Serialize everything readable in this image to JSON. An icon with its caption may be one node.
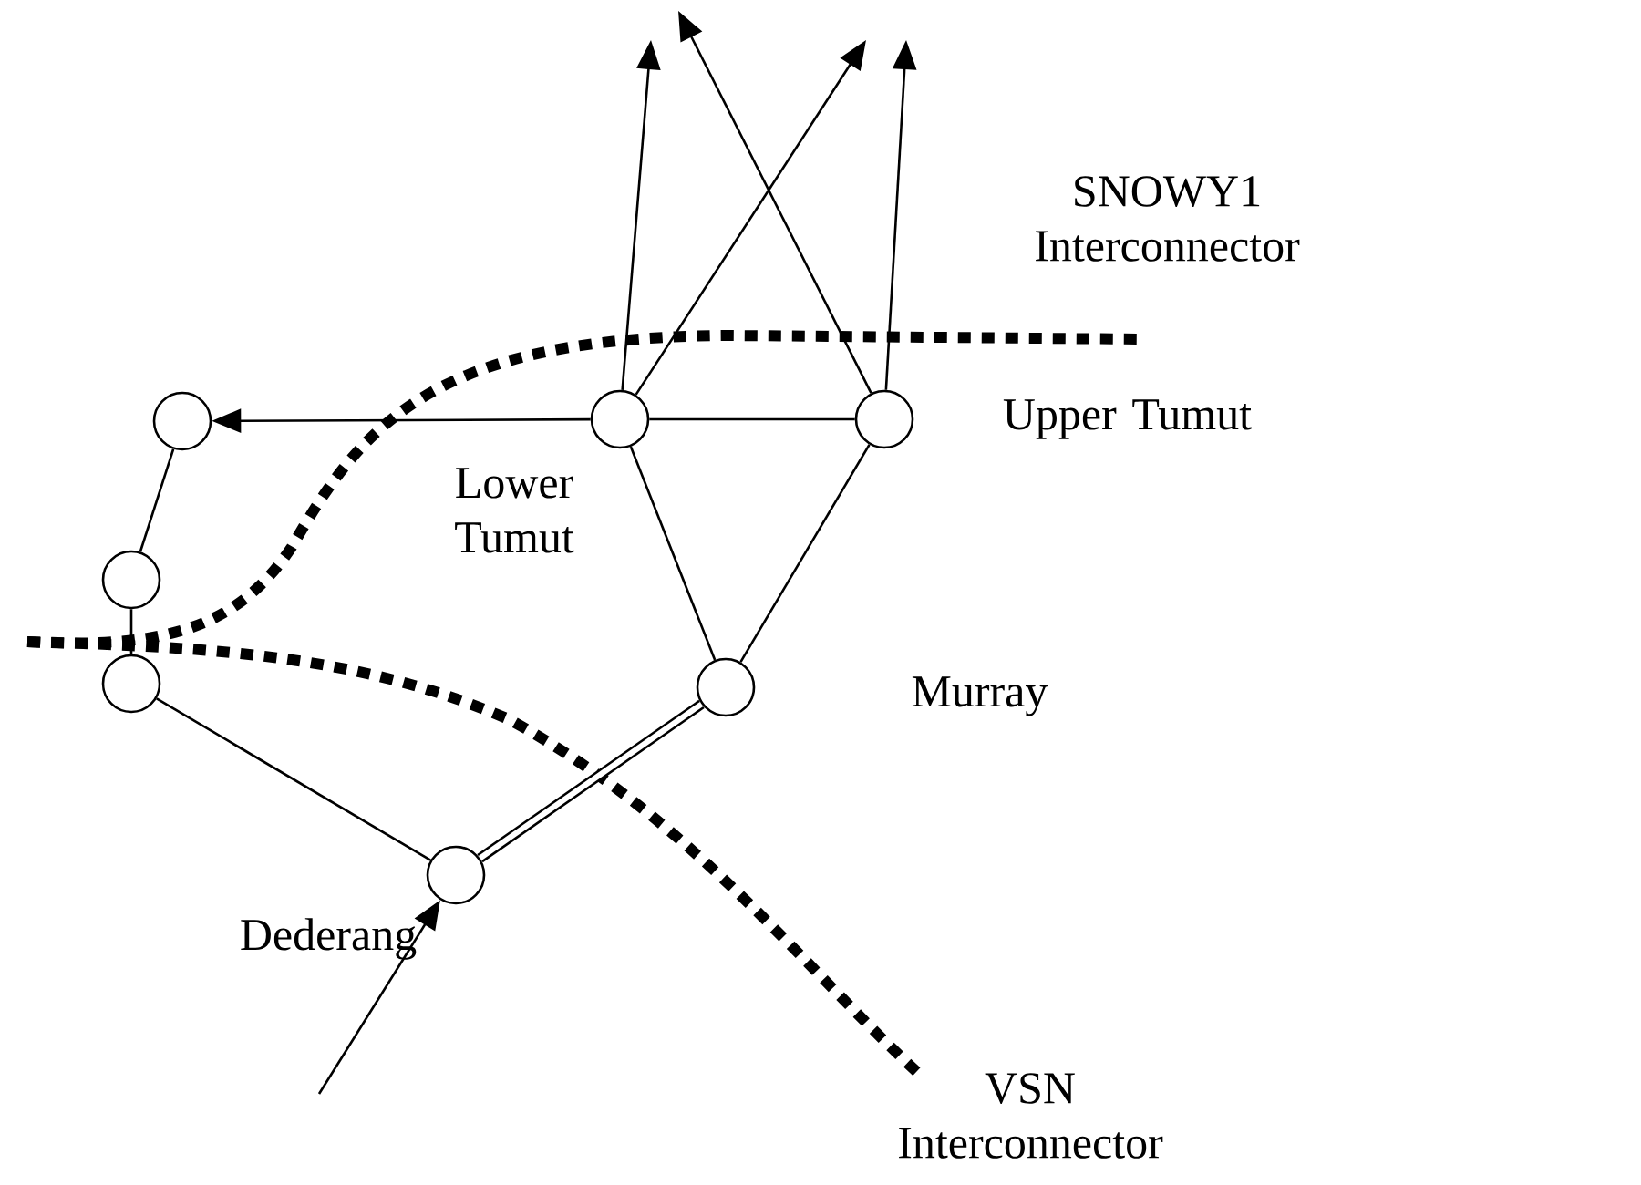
{
  "diagram": {
    "nodes": [
      {
        "text": [],
        "shape": "circle",
        "beside": [
          "Lower Tumut"
        ]
      },
      {
        "text": [],
        "shape": "circle",
        "beside": [
          "Upper Tumut"
        ]
      },
      {
        "text": [],
        "shape": "circle",
        "beside": [
          "Murray"
        ]
      },
      {
        "text": [],
        "shape": "circle",
        "beside": [
          "Dederang"
        ]
      },
      {
        "text": [],
        "shape": "circle"
      },
      {
        "text": [],
        "shape": "circle"
      },
      {
        "text": [],
        "shape": "circle"
      }
    ],
    "edges": [
      {
        "from": 0,
        "to": 4,
        "arrow": "to"
      },
      {
        "from": 4,
        "to": 5,
        "arrow": "none"
      },
      {
        "from": 5,
        "to": 6,
        "arrow": "none"
      },
      {
        "from": 6,
        "to": 3,
        "arrow": "none"
      },
      {
        "from": 0,
        "to": 1,
        "arrow": "none"
      },
      {
        "from": 0,
        "to": 2,
        "arrow": "none"
      },
      {
        "from": 1,
        "to": 2,
        "arrow": "none"
      },
      {
        "from": 2,
        "to": 3,
        "arrow": "none",
        "style": "thick"
      },
      {
        "from": null,
        "to": 3,
        "arrow": "to"
      },
      {
        "from": 0,
        "to": null,
        "arrow": "to"
      },
      {
        "from": 0,
        "to": null,
        "arrow": "to"
      },
      {
        "from": 1,
        "to": null,
        "arrow": "to"
      },
      {
        "from": 1,
        "to": null,
        "arrow": "to"
      }
    ],
    "labels": [
      "SNOWY1 Interconnector",
      "VSN Interconnector"
    ]
  }
}
